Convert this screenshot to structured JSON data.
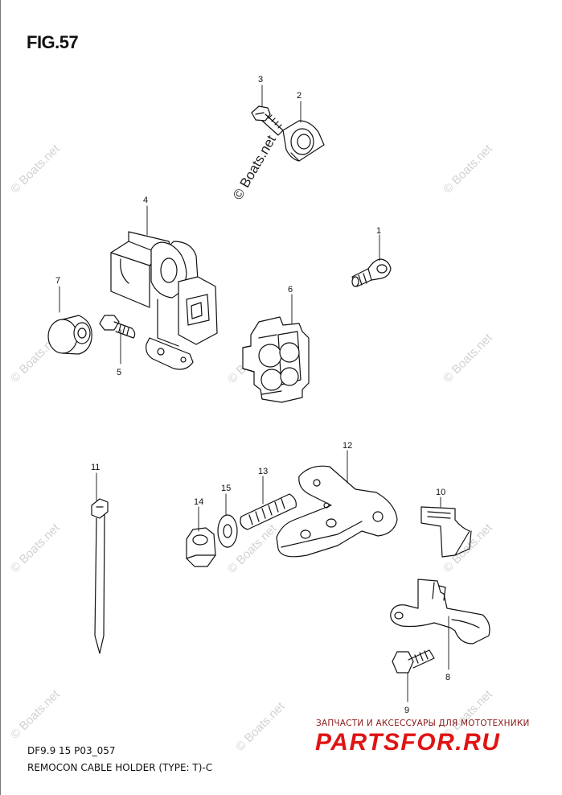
{
  "figure": {
    "title": "FIG.57",
    "code": "DF9.9 15 P03_057",
    "description": "REMOCON CABLE HOLDER (TYPE: T)-C"
  },
  "watermark": {
    "text": "© Boats.net",
    "color": "#d2d2d2"
  },
  "shop_logo": {
    "tagline": "ЗАПЧАСТИ И АКСЕССУАРЫ ДЛЯ МОТОТЕХНИКИ",
    "name": "PARTSFOR.RU",
    "color": "#e01414"
  },
  "callouts": {
    "c1": "1",
    "c2": "2",
    "c3": "3",
    "c4": "4",
    "c5": "5",
    "c6": "6",
    "c7": "7",
    "c8": "8",
    "c9": "9",
    "c10": "10",
    "c11": "11",
    "c12": "12",
    "c13": "13",
    "c14": "14",
    "c15": "15"
  }
}
